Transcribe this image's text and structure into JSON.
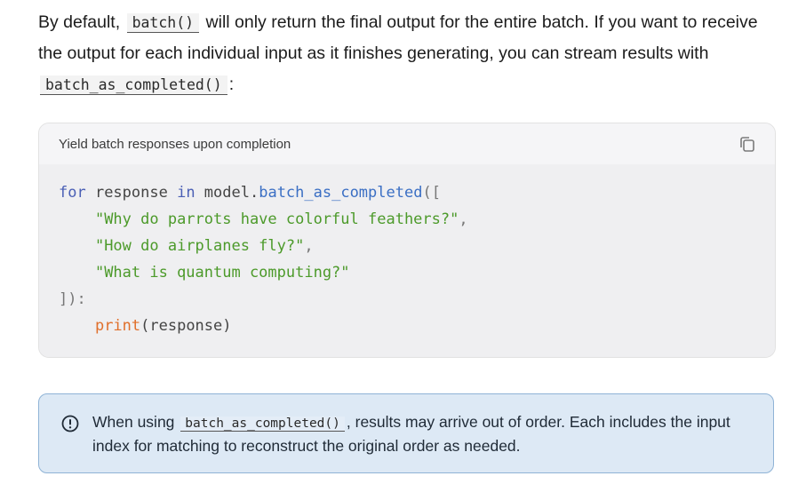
{
  "intro": {
    "part1": "By default, ",
    "code1": "batch()",
    "part2": " will only return the final output for the entire batch. If you want to receive the output for each individual input as it finishes generating, you can stream results with ",
    "code2": "batch_as_completed()",
    "part3": ":"
  },
  "code_block": {
    "title": "Yield batch responses upon completion",
    "copy_icon": "copy-icon",
    "lines": {
      "l1_kw1": "for",
      "l1_var": " response ",
      "l1_kw2": "in",
      "l1_obj": " model.",
      "l1_fn": "batch_as_completed",
      "l1_punc": "([",
      "l2_str": "\"Why do parrots have colorful feathers?\"",
      "l2_punc": ",",
      "l3_str": "\"How do airplanes fly?\"",
      "l3_punc": ",",
      "l4_str": "\"What is quantum computing?\"",
      "l5_punc": "]):",
      "l6_builtin": "print",
      "l6_rest": "(response)"
    }
  },
  "note": {
    "icon": "info-icon",
    "part1": "When using ",
    "code": "batch_as_completed()",
    "part2": ", results may arrive out of order. Each includes the input index for matching to reconstruct the original order as needed."
  },
  "colors": {
    "keyword": "#4a5fb5",
    "function": "#3b6fc4",
    "string": "#4c9a2a",
    "builtin": "#e06f2b",
    "note_bg": "#dde9f5",
    "note_border": "#8fb3d6"
  }
}
